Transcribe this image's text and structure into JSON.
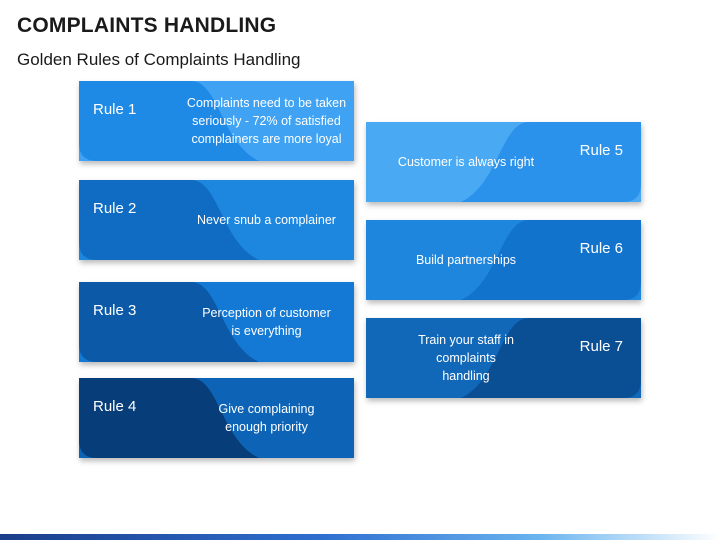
{
  "header": {
    "title": "COMPLAINTS HANDLING",
    "subtitle": "Golden Rules of Complaints Handling"
  },
  "rules": [
    {
      "id": 1,
      "label": "Rule 1",
      "text": "Complaints need to be taken\nseriously - 72% of satisfied\ncomplainers are more loyal",
      "side": "left",
      "color_back": "#3fa2f2",
      "color_front": "#1f8ae6"
    },
    {
      "id": 2,
      "label": "Rule 2",
      "text": "Never snub a complainer",
      "side": "left",
      "color_back": "#1d86de",
      "color_front": "#0f6cc2"
    },
    {
      "id": 3,
      "label": "Rule 3",
      "text": "Perception of customer\nis everything",
      "side": "left",
      "color_back": "#1479d4",
      "color_front": "#0c5aa7"
    },
    {
      "id": 4,
      "label": "Rule 4",
      "text": "Give complaining\nenough priority",
      "side": "left",
      "color_back": "#0d63b5",
      "color_front": "#073d78"
    },
    {
      "id": 5,
      "label": "Rule 5",
      "text": "Customer is always right",
      "side": "right",
      "color_back": "#4aa9f3",
      "color_front": "#2a92ea"
    },
    {
      "id": 6,
      "label": "Rule 6",
      "text": "Build partnerships",
      "side": "right",
      "color_back": "#1f86de",
      "color_front": "#1273cc"
    },
    {
      "id": 7,
      "label": "Rule 7",
      "text": "Train your staff in\ncomplaints\nhandling",
      "side": "right",
      "color_back": "#1168b9",
      "color_front": "#0a4e93"
    }
  ]
}
